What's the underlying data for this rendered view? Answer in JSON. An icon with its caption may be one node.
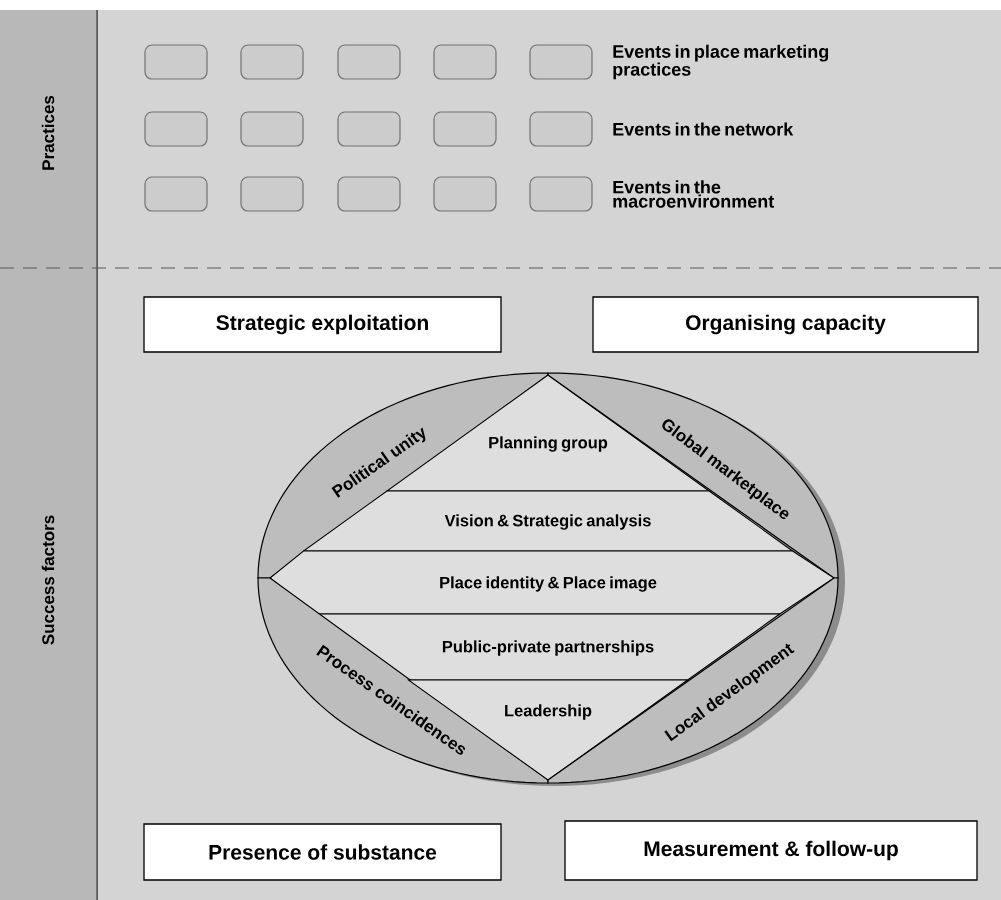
{
  "diagram": {
    "nodes": [
      {
        "text": [],
        "shape": "box"
      },
      {
        "text": [],
        "shape": "box"
      },
      {
        "text": [],
        "shape": "box"
      },
      {
        "text": [],
        "shape": "box"
      },
      {
        "text": [],
        "shape": "box"
      },
      {
        "text": [],
        "shape": "box"
      },
      {
        "text": [],
        "shape": "box"
      },
      {
        "text": [],
        "shape": "box"
      },
      {
        "text": [],
        "shape": "box"
      },
      {
        "text": [],
        "shape": "box"
      },
      {
        "text": [],
        "shape": "box"
      },
      {
        "text": [],
        "shape": "box"
      },
      {
        "text": [],
        "shape": "box"
      },
      {
        "text": [],
        "shape": "box"
      },
      {
        "text": [],
        "shape": "box"
      },
      {
        "text": [
          "Strategic exploitation"
        ]
      },
      {
        "text": [
          "Organising capacity"
        ]
      },
      {
        "text": [
          "Political unity"
        ]
      },
      {
        "text": [
          "Planning group"
        ]
      },
      {
        "text": [
          "Global marketplace"
        ]
      },
      {
        "text": [
          "Vision & Strategic analysis"
        ]
      },
      {
        "text": [
          "Place identity & Place image"
        ]
      },
      {
        "text": [
          "Public-private partnerships"
        ]
      },
      {
        "text": [
          "Process coincidences"
        ]
      },
      {
        "text": [
          "Leadership"
        ]
      },
      {
        "text": [
          "Local development"
        ]
      },
      {
        "text": [
          "Presence of substance"
        ]
      },
      {
        "text": [
          "Measurement & follow-up"
        ]
      }
    ],
    "labels": [
      "Practices",
      "Events in place marketing practices",
      "Events in the network",
      "Events in the macroenvironment",
      "Success factors"
    ]
  }
}
